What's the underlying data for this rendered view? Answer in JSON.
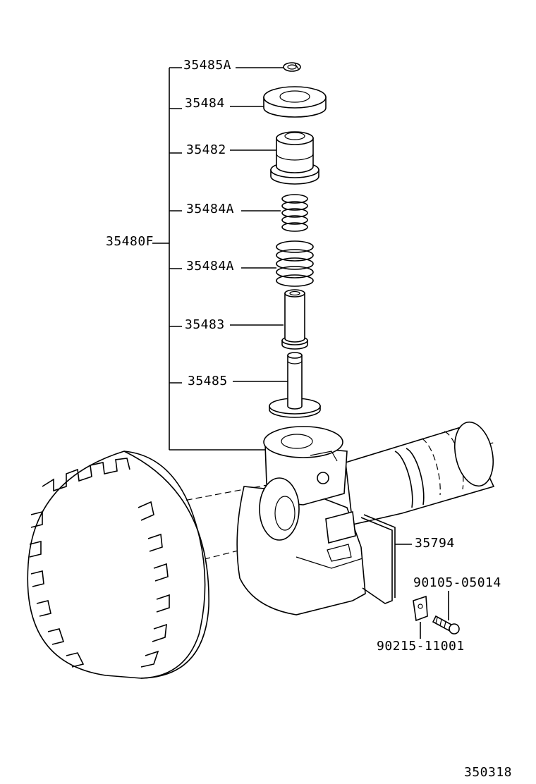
{
  "labels": {
    "assembly": "35480F",
    "snap_ring": "35485A",
    "retainer": "35484",
    "spool": "35482",
    "spring_small": "35484A",
    "spring_large": "35484A",
    "sleeve": "35483",
    "valve": "35485",
    "bracket": "35794",
    "bolt": "90105-05014",
    "plate": "90215-11001",
    "ref_number": "350318"
  }
}
